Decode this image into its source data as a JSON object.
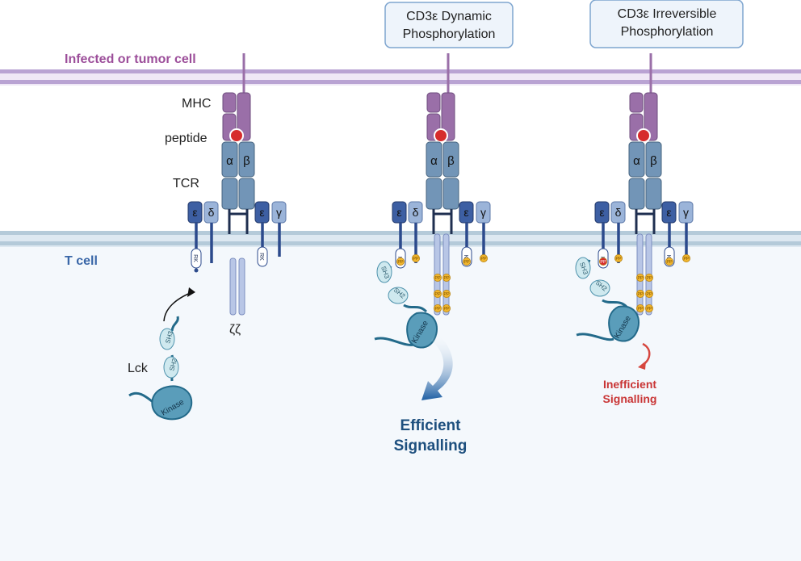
{
  "header_boxes": {
    "dynamic": [
      "CD3ε Dynamic",
      "Phosphorylation"
    ],
    "irreversible": [
      "CD3ε Irreversible",
      "Phosphorylation"
    ]
  },
  "membranes": {
    "top_label": "Infected or tumor cell",
    "bottom_label": "T cell"
  },
  "labels": {
    "mhc": "MHC",
    "peptide": "peptide",
    "tcr": "TCR",
    "alpha": "α",
    "beta": "β",
    "epsilon": "ε",
    "delta": "δ",
    "gamma": "γ",
    "zeta_zeta": "ζζ",
    "lck": "Lck",
    "rk": "RK",
    "k": "K",
    "pp": "PP",
    "p": "P",
    "sh3": "SH3",
    "sh2": "SH2",
    "kinase": "Kinase"
  },
  "outcomes": {
    "efficient": [
      "Efficient",
      "Signalling"
    ],
    "inefficient": [
      "Inefficient",
      "Signalling"
    ]
  },
  "colors": {
    "top_membrane": "#b9a3d3",
    "top_membrane_bg": "#efe8f6",
    "bottom_membrane": "#b4cad9",
    "tcell_bg": "#f4f8fc",
    "mhc": "#9a6fa8",
    "peptide": "#d62c2c",
    "tcr": "#7295b7",
    "cd3_dark": "#2c4a8c",
    "cd3_light": "#9bb4d9",
    "zeta": "#b8c6e6",
    "kinase": "#5a9dba",
    "sh": "#cfe9ef",
    "phospho": "#f1b62d",
    "header_box_border": "#7ea5cf",
    "header_box_fill": "#eef4fb",
    "efficient_text": "#1d4f7e",
    "inefficient_text": "#c93535",
    "top_label": "#9c4e9a",
    "bottom_label": "#3a67a8"
  }
}
